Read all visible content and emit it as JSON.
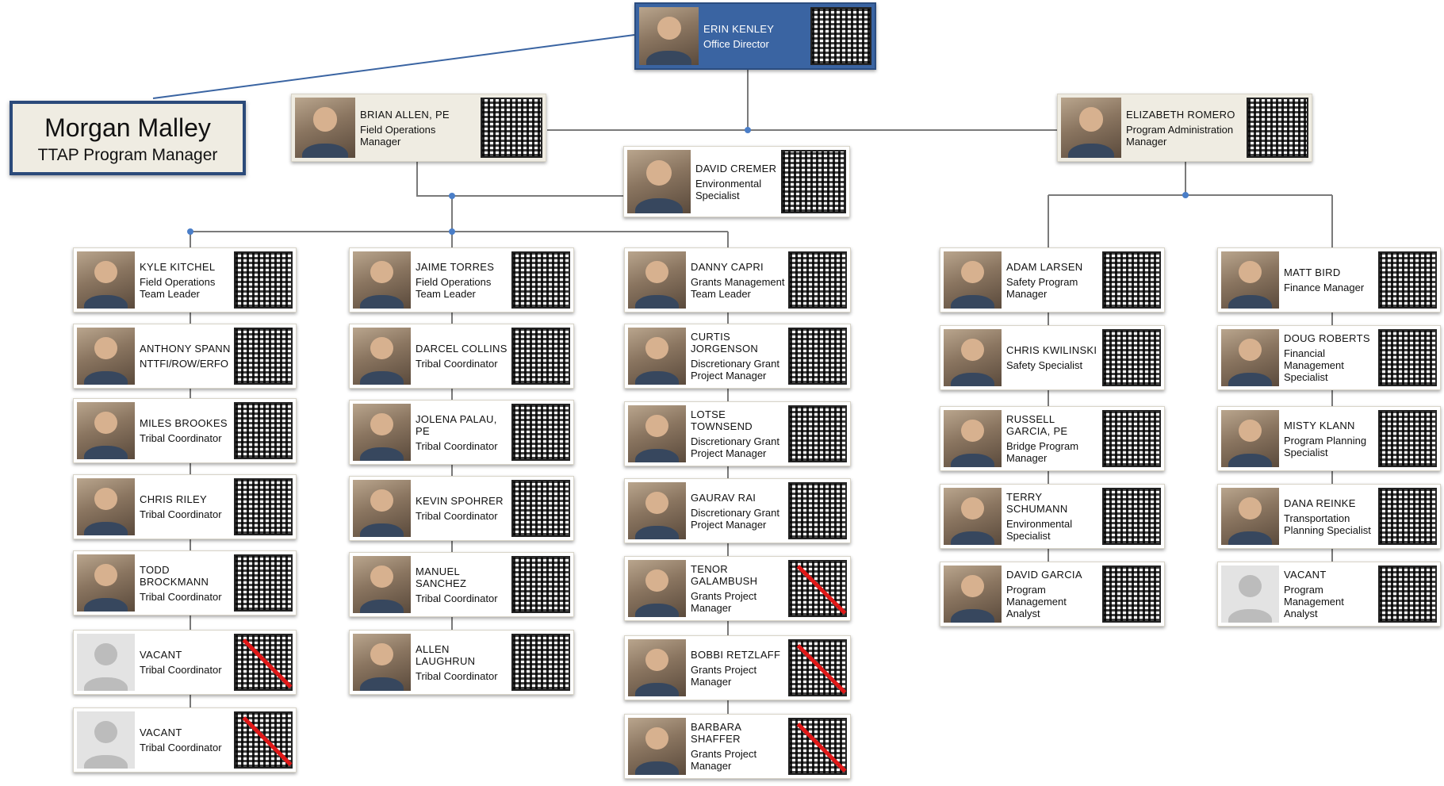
{
  "top_manager": {
    "name": "Morgan Malley",
    "title": "TTAP Program Manager"
  },
  "director": {
    "name": "ERIN KENLEY",
    "title": "Office Director"
  },
  "leads": [
    {
      "name": "BRIAN ALLEN, PE",
      "title": "Field Operations Manager"
    },
    {
      "name": "ELIZABETH ROMERO",
      "title": "Program Administration Manager"
    }
  ],
  "specialist": {
    "name": "DAVID CREMER",
    "title": "Environmental Specialist"
  },
  "columns": [
    [
      {
        "name": "KYLE KITCHEL",
        "title": "Field Operations Team Leader"
      },
      {
        "name": "ANTHONY SPANN",
        "title": "NTTFI/ROW/ERFO"
      },
      {
        "name": "MILES BROOKES",
        "title": "Tribal Coordinator"
      },
      {
        "name": "CHRIS RILEY",
        "title": "Tribal Coordinator"
      },
      {
        "name": "TODD BROCKMANN",
        "title": "Tribal Coordinator"
      },
      {
        "name": "VACANT",
        "title": "Tribal Coordinator"
      },
      {
        "name": "VACANT",
        "title": "Tribal Coordinator"
      }
    ],
    [
      {
        "name": "JAIME TORRES",
        "title": "Field Operations Team Leader"
      },
      {
        "name": "DARCEL COLLINS",
        "title": "Tribal Coordinator"
      },
      {
        "name": "JOLENA PALAU, PE",
        "title": "Tribal Coordinator"
      },
      {
        "name": "KEVIN SPOHRER",
        "title": "Tribal Coordinator"
      },
      {
        "name": "MANUEL SANCHEZ",
        "title": "Tribal Coordinator"
      },
      {
        "name": "ALLEN LAUGHRUN",
        "title": "Tribal Coordinator"
      }
    ],
    [
      {
        "name": "DANNY CAPRI",
        "title": "Grants Management Team Leader"
      },
      {
        "name": "CURTIS JORGENSON",
        "title": "Discretionary Grant Project Manager"
      },
      {
        "name": "LOTSE TOWNSEND",
        "title": "Discretionary Grant Project Manager"
      },
      {
        "name": "GAURAV RAI",
        "title": "Discretionary Grant Project Manager"
      },
      {
        "name": "TENOR GALAMBUSH",
        "title": "Grants Project Manager"
      },
      {
        "name": "BOBBI RETZLAFF",
        "title": "Grants Project Manager"
      },
      {
        "name": "BARBARA SHAFFER",
        "title": "Grants Project Manager"
      }
    ],
    [
      {
        "name": "ADAM LARSEN",
        "title": "Safety Program Manager"
      },
      {
        "name": "CHRIS KWILINSKI",
        "title": "Safety Specialist"
      },
      {
        "name": "RUSSELL GARCIA, PE",
        "title": "Bridge Program Manager"
      },
      {
        "name": "TERRY SCHUMANN",
        "title": "Environmental Specialist"
      },
      {
        "name": "DAVID GARCIA",
        "title": "Program Management Analyst"
      }
    ],
    [
      {
        "name": "MATT BIRD",
        "title": "Finance Manager"
      },
      {
        "name": "DOUG ROBERTS",
        "title": "Financial Management Specialist"
      },
      {
        "name": "MISTY KLANN",
        "title": "Program Planning Specialist"
      },
      {
        "name": "DANA REINKE",
        "title": "Transportation Planning Specialist"
      },
      {
        "name": "VACANT",
        "title": "Program Management Analyst"
      }
    ]
  ],
  "colors": {
    "director_fill": "#3a64a2",
    "card_tan": "#efece2",
    "connector": "#7a7a7a",
    "callout_line": "#3a64a2",
    "junction_dot": "#4a7ec8"
  },
  "icons": {
    "photo": "person-photo-icon",
    "vacant": "person-silhouette-icon",
    "qr": "qr-code-icon",
    "stale_qr": "crossed-out-qr-code-icon"
  }
}
